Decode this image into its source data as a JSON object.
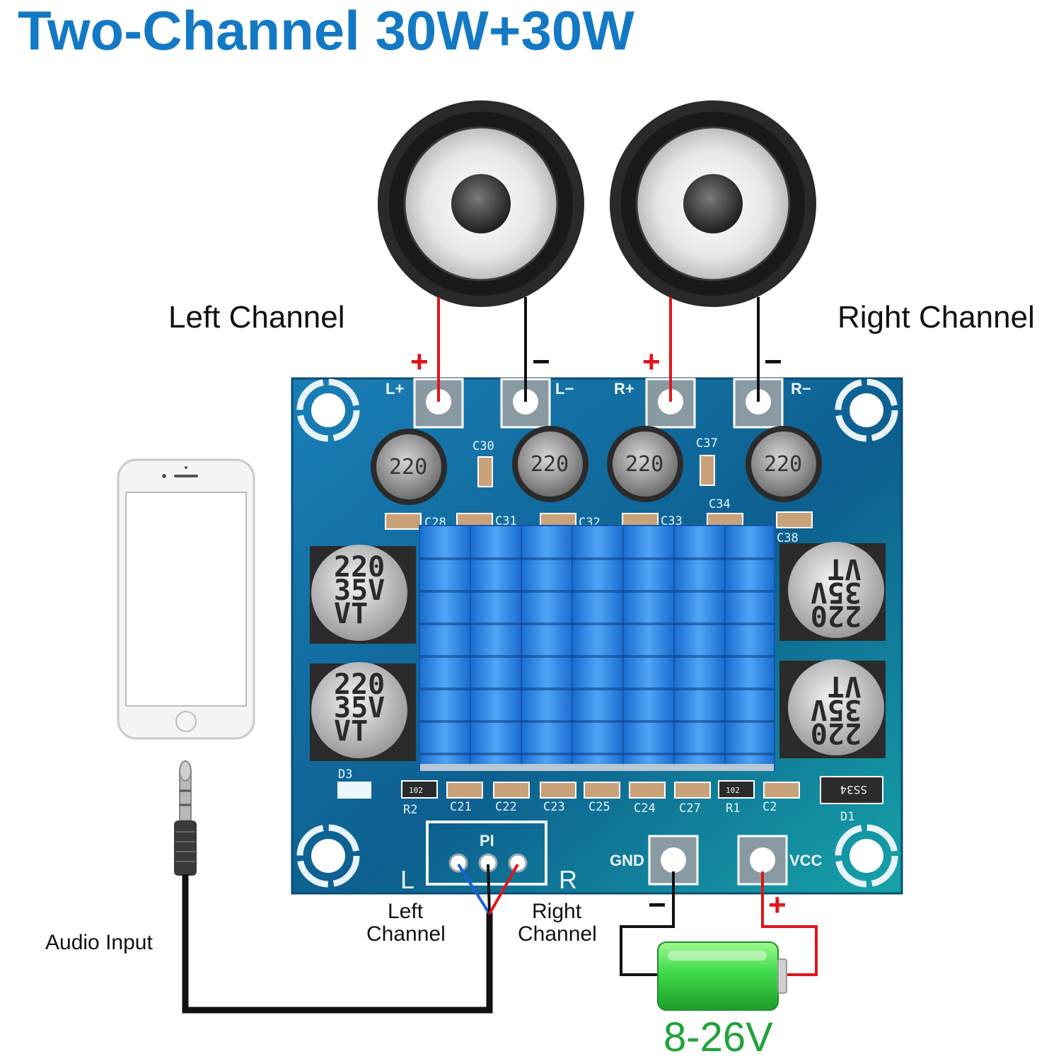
{
  "title": "Two-Channel 30W+30W",
  "labels": {
    "left_channel": "Left Channel",
    "right_channel": "Right Channel",
    "audio_input": "Audio Input",
    "input_left_line1": "Left",
    "input_left_line2": "Channel",
    "input_right_line1": "Right",
    "input_right_line2": "Channel",
    "voltage": "8-26V"
  },
  "polarity": {
    "plus": "+",
    "minus": "−"
  },
  "board": {
    "terminals": [
      "L+",
      "L−",
      "R+",
      "R−"
    ],
    "power_terminals": [
      "GND",
      "VCC"
    ],
    "inductors": [
      "220",
      "220",
      "220",
      "220"
    ],
    "capacitor_lines": [
      "220",
      "35V",
      "VT"
    ],
    "top_components": [
      "C30",
      "C37",
      "C34",
      "C28",
      "C31",
      "C32",
      "C33",
      "C38"
    ],
    "bottom_components": [
      "R2",
      "C21",
      "C22",
      "C23",
      "C25",
      "C24",
      "C27",
      "R1",
      "C2"
    ],
    "diodes": [
      "D3",
      "D1",
      "SS34"
    ],
    "resistor_code": "102",
    "input_header": "PI",
    "input_l": "L",
    "input_r": "R"
  },
  "colors": {
    "title": "#1479c4",
    "pcb": "#0e6aa0",
    "wire_positive": "#e0141b",
    "wire_negative": "#111111",
    "battery": "#3fd94a",
    "voltage_text": "#1fa33a"
  }
}
